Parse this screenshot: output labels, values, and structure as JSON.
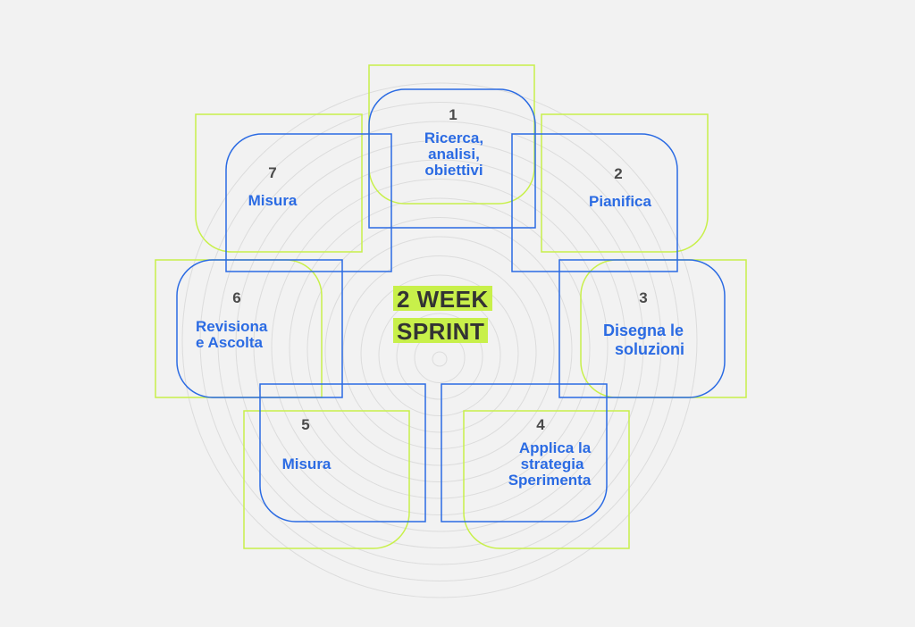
{
  "center": {
    "line1": "2 WEEK",
    "line2": "SPRINT"
  },
  "steps": [
    {
      "number": "1",
      "label_lines": [
        "Ricerca,",
        "analisi,",
        "obiettivi"
      ]
    },
    {
      "number": "2",
      "label_lines": [
        "Pianifica"
      ]
    },
    {
      "number": "3",
      "label_lines": [
        "Disegna le",
        "soluzioni"
      ]
    },
    {
      "number": "4",
      "label_lines": [
        "Applica la",
        "strategia",
        "Sperimenta"
      ]
    },
    {
      "number": "5",
      "label_lines": [
        "Misura"
      ]
    },
    {
      "number": "6",
      "label_lines": [
        "Revisiona",
        "e Ascolta"
      ]
    },
    {
      "number": "7",
      "label_lines": [
        "Misura"
      ]
    }
  ],
  "colors": {
    "background": "#f2f2f2",
    "blue": "#2b6be3",
    "lime": "#c8f04a",
    "number": "#4a4a4a",
    "circles": "#dcdcdc"
  }
}
